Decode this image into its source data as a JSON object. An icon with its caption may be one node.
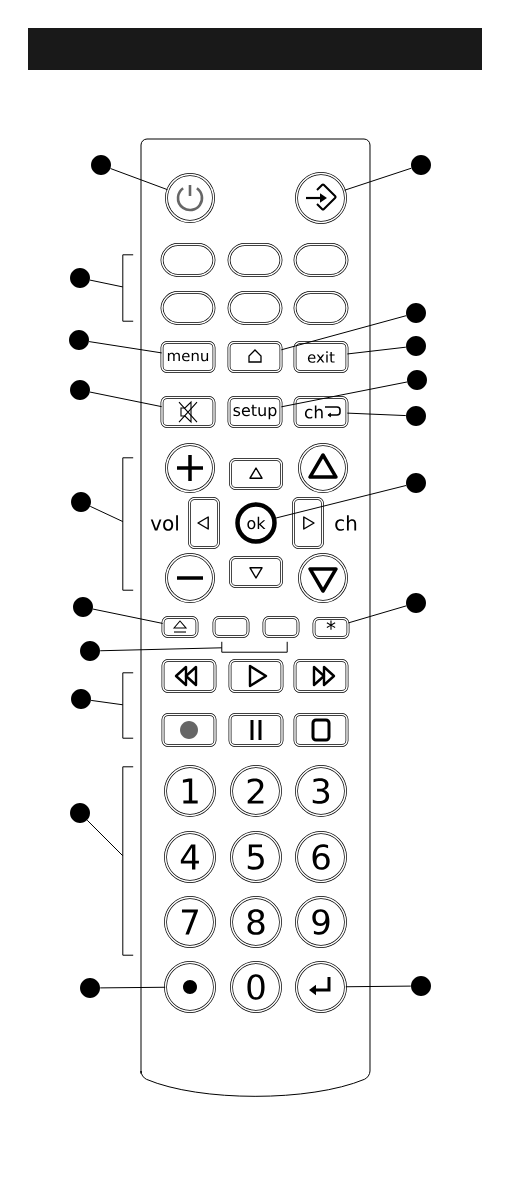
{
  "diagram": {
    "nodes": [
      {
        "text": [],
        "shape": "circle"
      },
      {
        "text": [],
        "shape": "circle"
      },
      {
        "text": [],
        "shape": "circle"
      },
      {
        "text": [],
        "shape": "circle"
      },
      {
        "text": [],
        "shape": "circle"
      },
      {
        "text": [],
        "shape": "oval"
      },
      {
        "text": [],
        "shape": "oval"
      },
      {
        "text": [],
        "shape": "oval"
      },
      {
        "text": [],
        "shape": "oval"
      },
      {
        "text": [],
        "shape": "oval"
      },
      {
        "text": [],
        "shape": "oval"
      },
      {
        "text": [],
        "shape": "circle"
      },
      {
        "text": [],
        "shape": "circle"
      },
      {
        "text": [
          "menu"
        ]
      },
      {
        "text": [],
        "shape": "box"
      },
      {
        "text": [
          "exit"
        ]
      },
      {
        "text": [],
        "shape": "circle"
      },
      {
        "text": [],
        "shape": "circle"
      },
      {
        "text": [],
        "shape": "circle"
      },
      {
        "text": [],
        "shape": "box"
      },
      {
        "text": [
          "setup"
        ]
      },
      {
        "text": [
          "ch"
        ]
      },
      {
        "text": [],
        "shape": "circle"
      },
      {
        "text": [],
        "shape": "circle"
      },
      {
        "text": [],
        "shape": "circle"
      },
      {
        "text": [],
        "shape": "box"
      },
      {
        "text": [],
        "shape": "circle"
      },
      {
        "text": [],
        "shape": "circle"
      },
      {
        "text": [],
        "shape": "box"
      },
      {
        "text": [
          "ok"
        ]
      },
      {
        "text": [],
        "shape": "box"
      },
      {
        "text": [],
        "shape": "circle"
      },
      {
        "text": [],
        "shape": "box"
      },
      {
        "text": [],
        "shape": "circle"
      },
      {
        "text": [],
        "shape": "circle"
      },
      {
        "text": [],
        "shape": "circle"
      },
      {
        "text": [],
        "shape": "box"
      },
      {
        "text": [],
        "shape": "box"
      },
      {
        "text": [],
        "shape": "box"
      },
      {
        "text": [
          "*"
        ]
      },
      {
        "text": [],
        "shape": "circle"
      },
      {
        "text": [],
        "shape": "circle"
      },
      {
        "text": [],
        "shape": "box"
      },
      {
        "text": [],
        "shape": "box"
      },
      {
        "text": [],
        "shape": "box"
      },
      {
        "text": [],
        "shape": "box"
      },
      {
        "text": [],
        "shape": "box"
      },
      {
        "text": [],
        "shape": "box"
      },
      {
        "text": [],
        "shape": "circle"
      },
      {
        "text": [
          "1"
        ]
      },
      {
        "text": [
          "2"
        ]
      },
      {
        "text": [
          "3"
        ]
      },
      {
        "text": [
          "4"
        ]
      },
      {
        "text": [
          "5"
        ]
      },
      {
        "text": [
          "6"
        ]
      },
      {
        "text": [
          "7"
        ]
      },
      {
        "text": [
          "8"
        ]
      },
      {
        "text": [
          "9"
        ]
      },
      {
        "text": [],
        "shape": "circle"
      },
      {
        "text": [],
        "shape": "circle"
      },
      {
        "text": [
          "0"
        ]
      },
      {
        "text": [],
        "shape": "circle"
      },
      {
        "text": [],
        "shape": "circle"
      },
      {
        "text": [],
        "shape": "bracket"
      },
      {
        "text": [],
        "shape": "bracket"
      },
      {
        "text": [],
        "shape": "bracket"
      },
      {
        "text": [],
        "shape": "bracket"
      },
      {
        "text": [],
        "shape": "bracket"
      },
      {
        "text": [],
        "shape": "bar"
      }
    ],
    "edges": [
      {
        "from": 0,
        "to": 1,
        "arrow": "none"
      },
      {
        "from": 3,
        "to": 2,
        "arrow": "none"
      },
      {
        "from": 4,
        "to": 63,
        "arrow": "none"
      },
      {
        "from": 12,
        "to": 13,
        "arrow": "none"
      },
      {
        "from": 11,
        "to": 14,
        "arrow": "none"
      },
      {
        "from": 16,
        "to": 15,
        "arrow": "none"
      },
      {
        "from": 17,
        "to": 19,
        "arrow": "none"
      },
      {
        "from": 18,
        "to": 20,
        "arrow": "none"
      },
      {
        "from": 22,
        "to": 21,
        "arrow": "none"
      },
      {
        "from": 23,
        "to": 64,
        "arrow": "none"
      },
      {
        "from": 27,
        "to": 29,
        "arrow": "none"
      },
      {
        "from": 34,
        "to": 36,
        "arrow": "none"
      },
      {
        "from": 35,
        "to": 39,
        "arrow": "none"
      },
      {
        "from": 40,
        "to": 67,
        "arrow": "none"
      },
      {
        "from": 41,
        "to": 65,
        "arrow": "none"
      },
      {
        "from": 48,
        "to": 66,
        "arrow": "none"
      },
      {
        "from": 58,
        "to": 59,
        "arrow": "none"
      },
      {
        "from": 62,
        "to": 61,
        "arrow": "none"
      }
    ],
    "labels": [
      "vol",
      "ch"
    ]
  }
}
